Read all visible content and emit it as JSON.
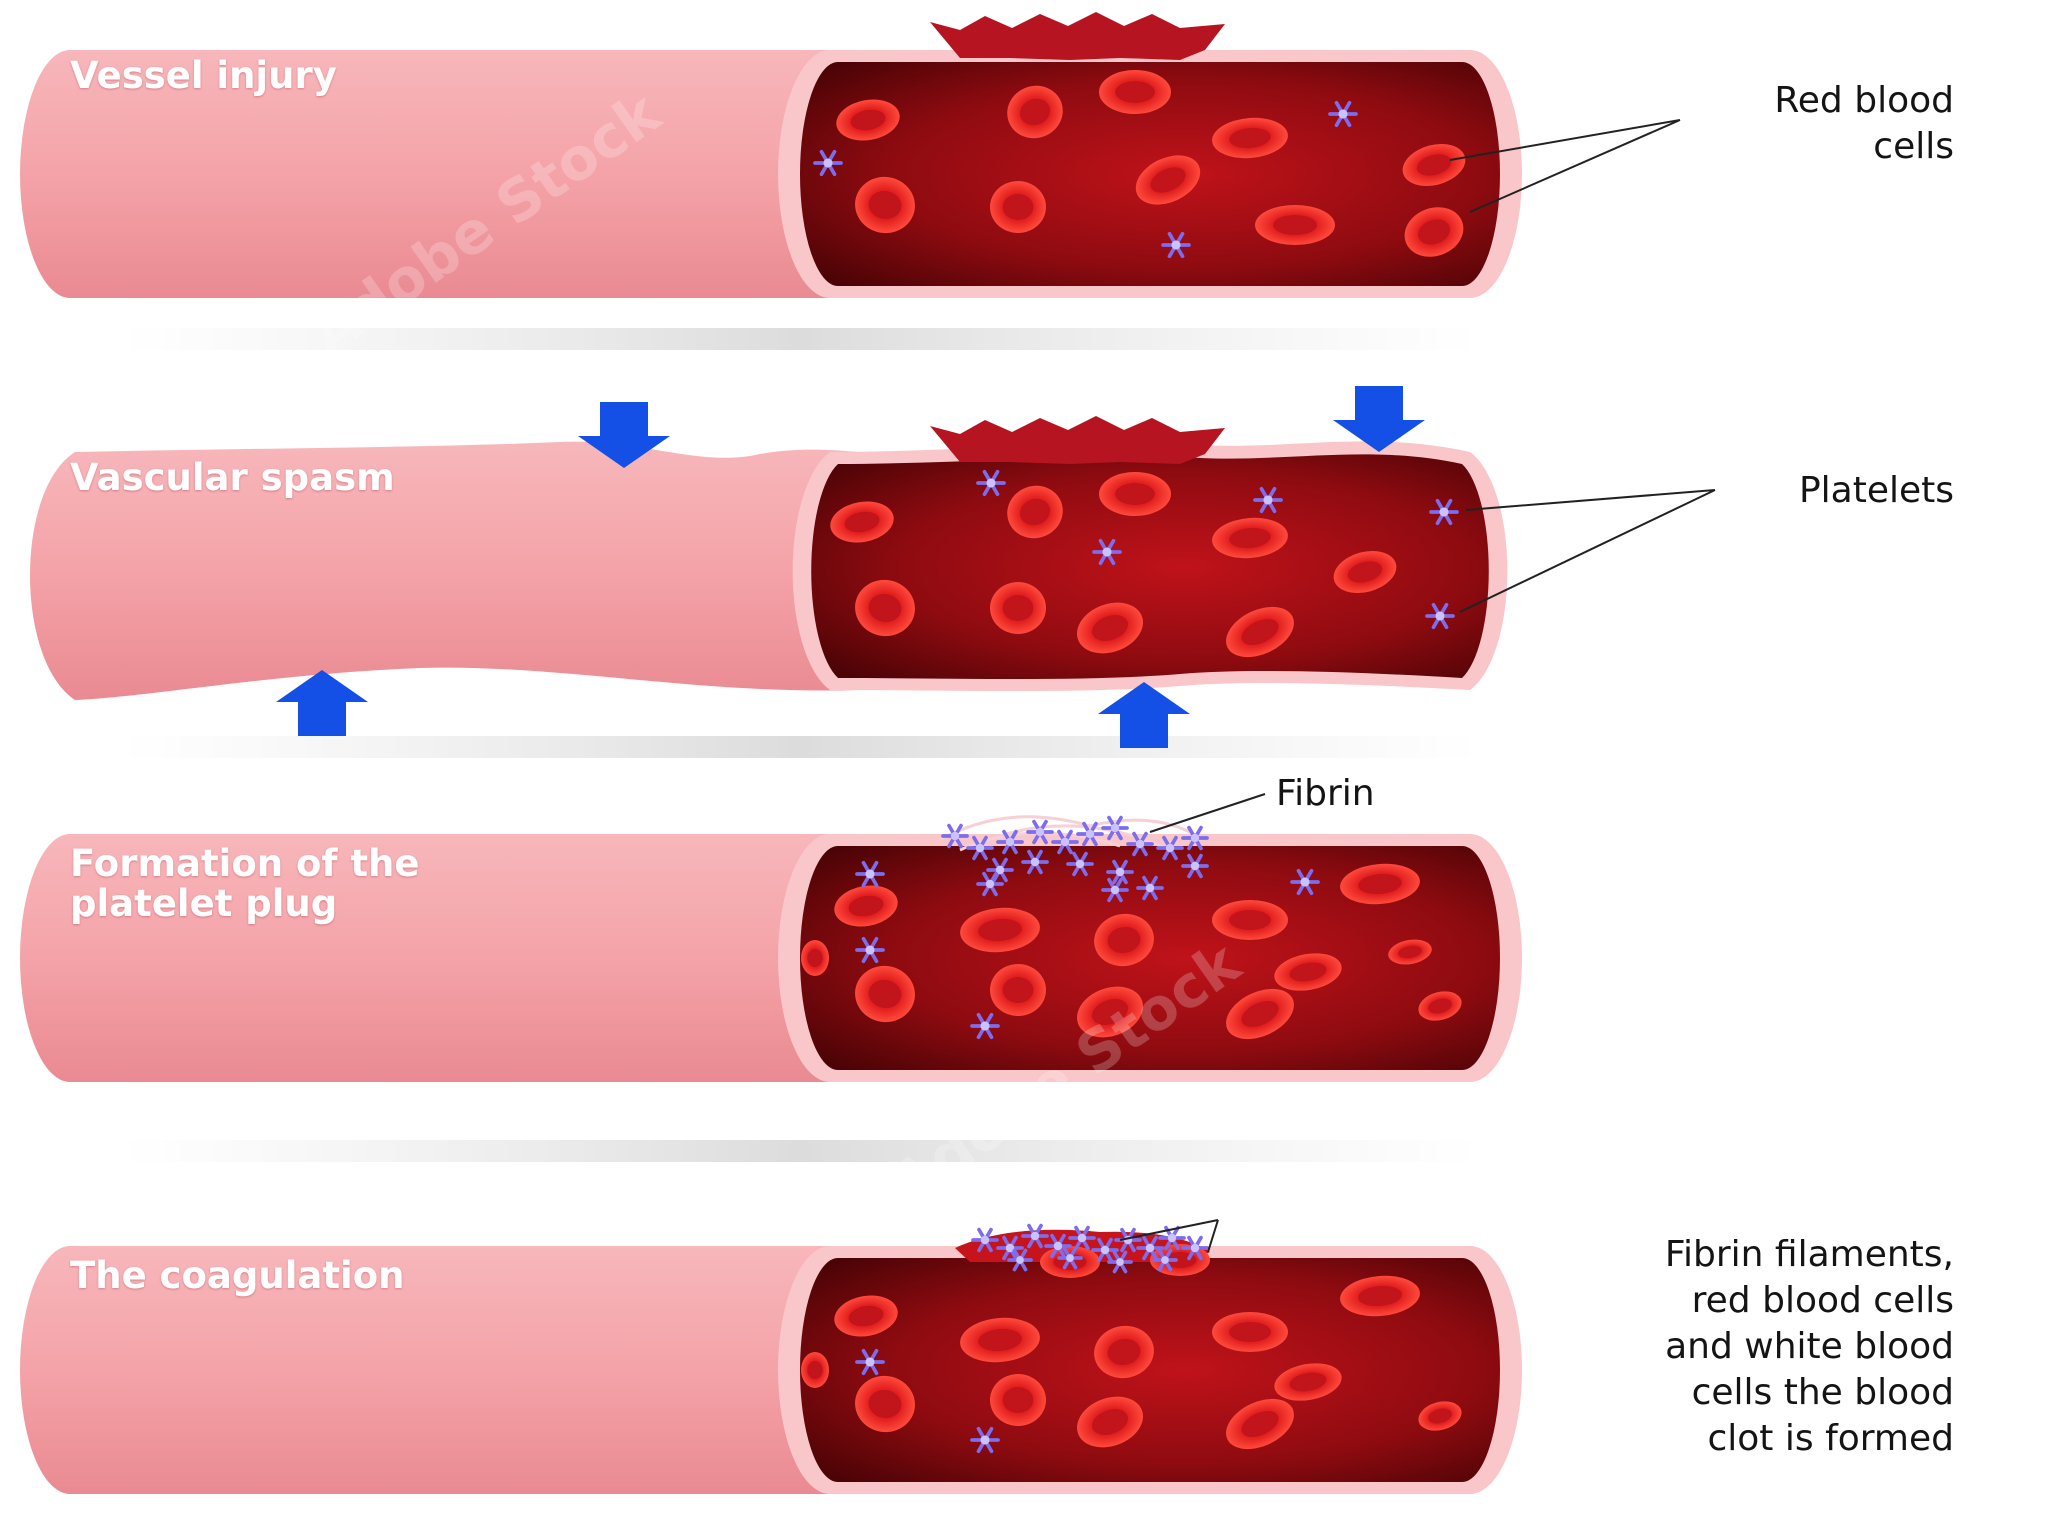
{
  "stages": [
    {
      "label": "Vessel injury"
    },
    {
      "label": "Vascular spasm"
    },
    {
      "label_lines": [
        "Formation of the",
        "platelet plug"
      ]
    },
    {
      "label": "The coagulation"
    }
  ],
  "callouts": {
    "red_blood_cells": [
      "Red blood",
      "cells"
    ],
    "platelets": "Platelets",
    "fibrin": "Fibrin",
    "clot": [
      "Fibrin filaments,",
      "red blood cells",
      "and white blood",
      "cells the blood",
      "clot is formed"
    ]
  },
  "watermark": "Adobe Stock",
  "colors": {
    "vessel_outer": "#f4a3a8",
    "vessel_lumen": "#9b0c12",
    "red_cell": "#e01e1e",
    "platelet": "#7b6cf0",
    "arrow": "#1550e6"
  }
}
